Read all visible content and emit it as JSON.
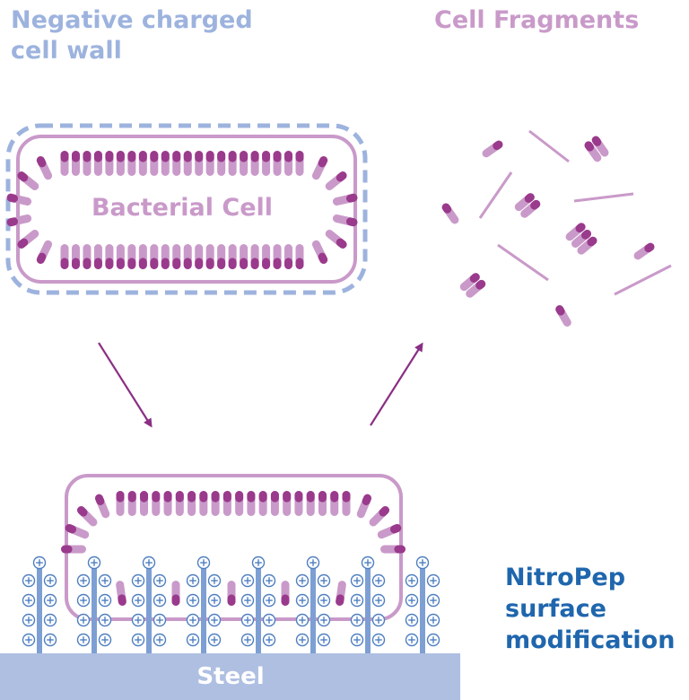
{
  "labels": {
    "negative_cell_wall": "Negative charged cell wall",
    "cell_fragments": "Cell Fragments",
    "bacterial_cell": "Bacterial Cell",
    "nitropep": "NitroPep surface modification",
    "steel": "Steel"
  },
  "colors": {
    "light_purple": "#c99ac9",
    "dark_purple": "#9a3a8c",
    "wall_blue": "#9db3de",
    "steel_blue": "#aebfe2",
    "post_blue": "#7d9fd3",
    "charge_blue": "#4f7fc0",
    "arrow": "#8a2f85",
    "nitropep_text": "#1f66ad"
  },
  "icons": {
    "positive_charge": "circled-plus-icon",
    "arrow": "arrow-icon"
  }
}
